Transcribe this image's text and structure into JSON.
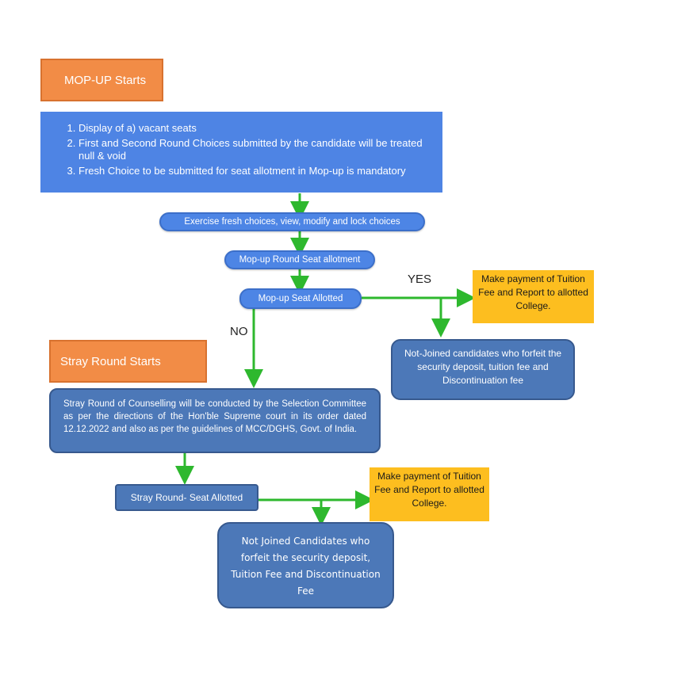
{
  "mopup": {
    "title": "MOP-UP Starts",
    "items": [
      "Display of a) vacant seats",
      "First and Second Round Choices submitted by the candidate will be treated null & void",
      "Fresh Choice to be submitted for seat allotment in Mop-up is mandatory"
    ],
    "exercise": "Exercise fresh choices, view, modify and lock choices",
    "round_allotment": "Mop-up Round Seat allotment",
    "seat_allotted": "Mop-up Seat Allotted",
    "yes_label": "YES",
    "no_label": "NO",
    "payment": "Make payment of Tuition Fee and Report to allotted College.",
    "not_joined": "Not-Joined candidates who forfeit the security deposit, tuition fee and Discontinuation fee"
  },
  "stray": {
    "title": "Stray Round Starts",
    "description": "Stray Round of Counselling will be conducted by the Selection Committee as per the directions of the Hon'ble Supreme court in its order dated 12.12.2022 and also as per the guidelines of MCC/DGHS, Govt. of India.",
    "seat_allotted": "Stray Round- Seat Allotted",
    "payment": "Make payment of Tuition Fee and Report to allotted College.",
    "not_joined": "Not Joined Candidates who forfeit the security deposit, Tuition Fee and Discontinuation Fee"
  },
  "colors": {
    "orange": "#f28c46",
    "blue": "#4e84e4",
    "yellow": "#fdbe1f",
    "dark_blue": "#4c78b8",
    "arrow_green": "#2eb82e"
  }
}
